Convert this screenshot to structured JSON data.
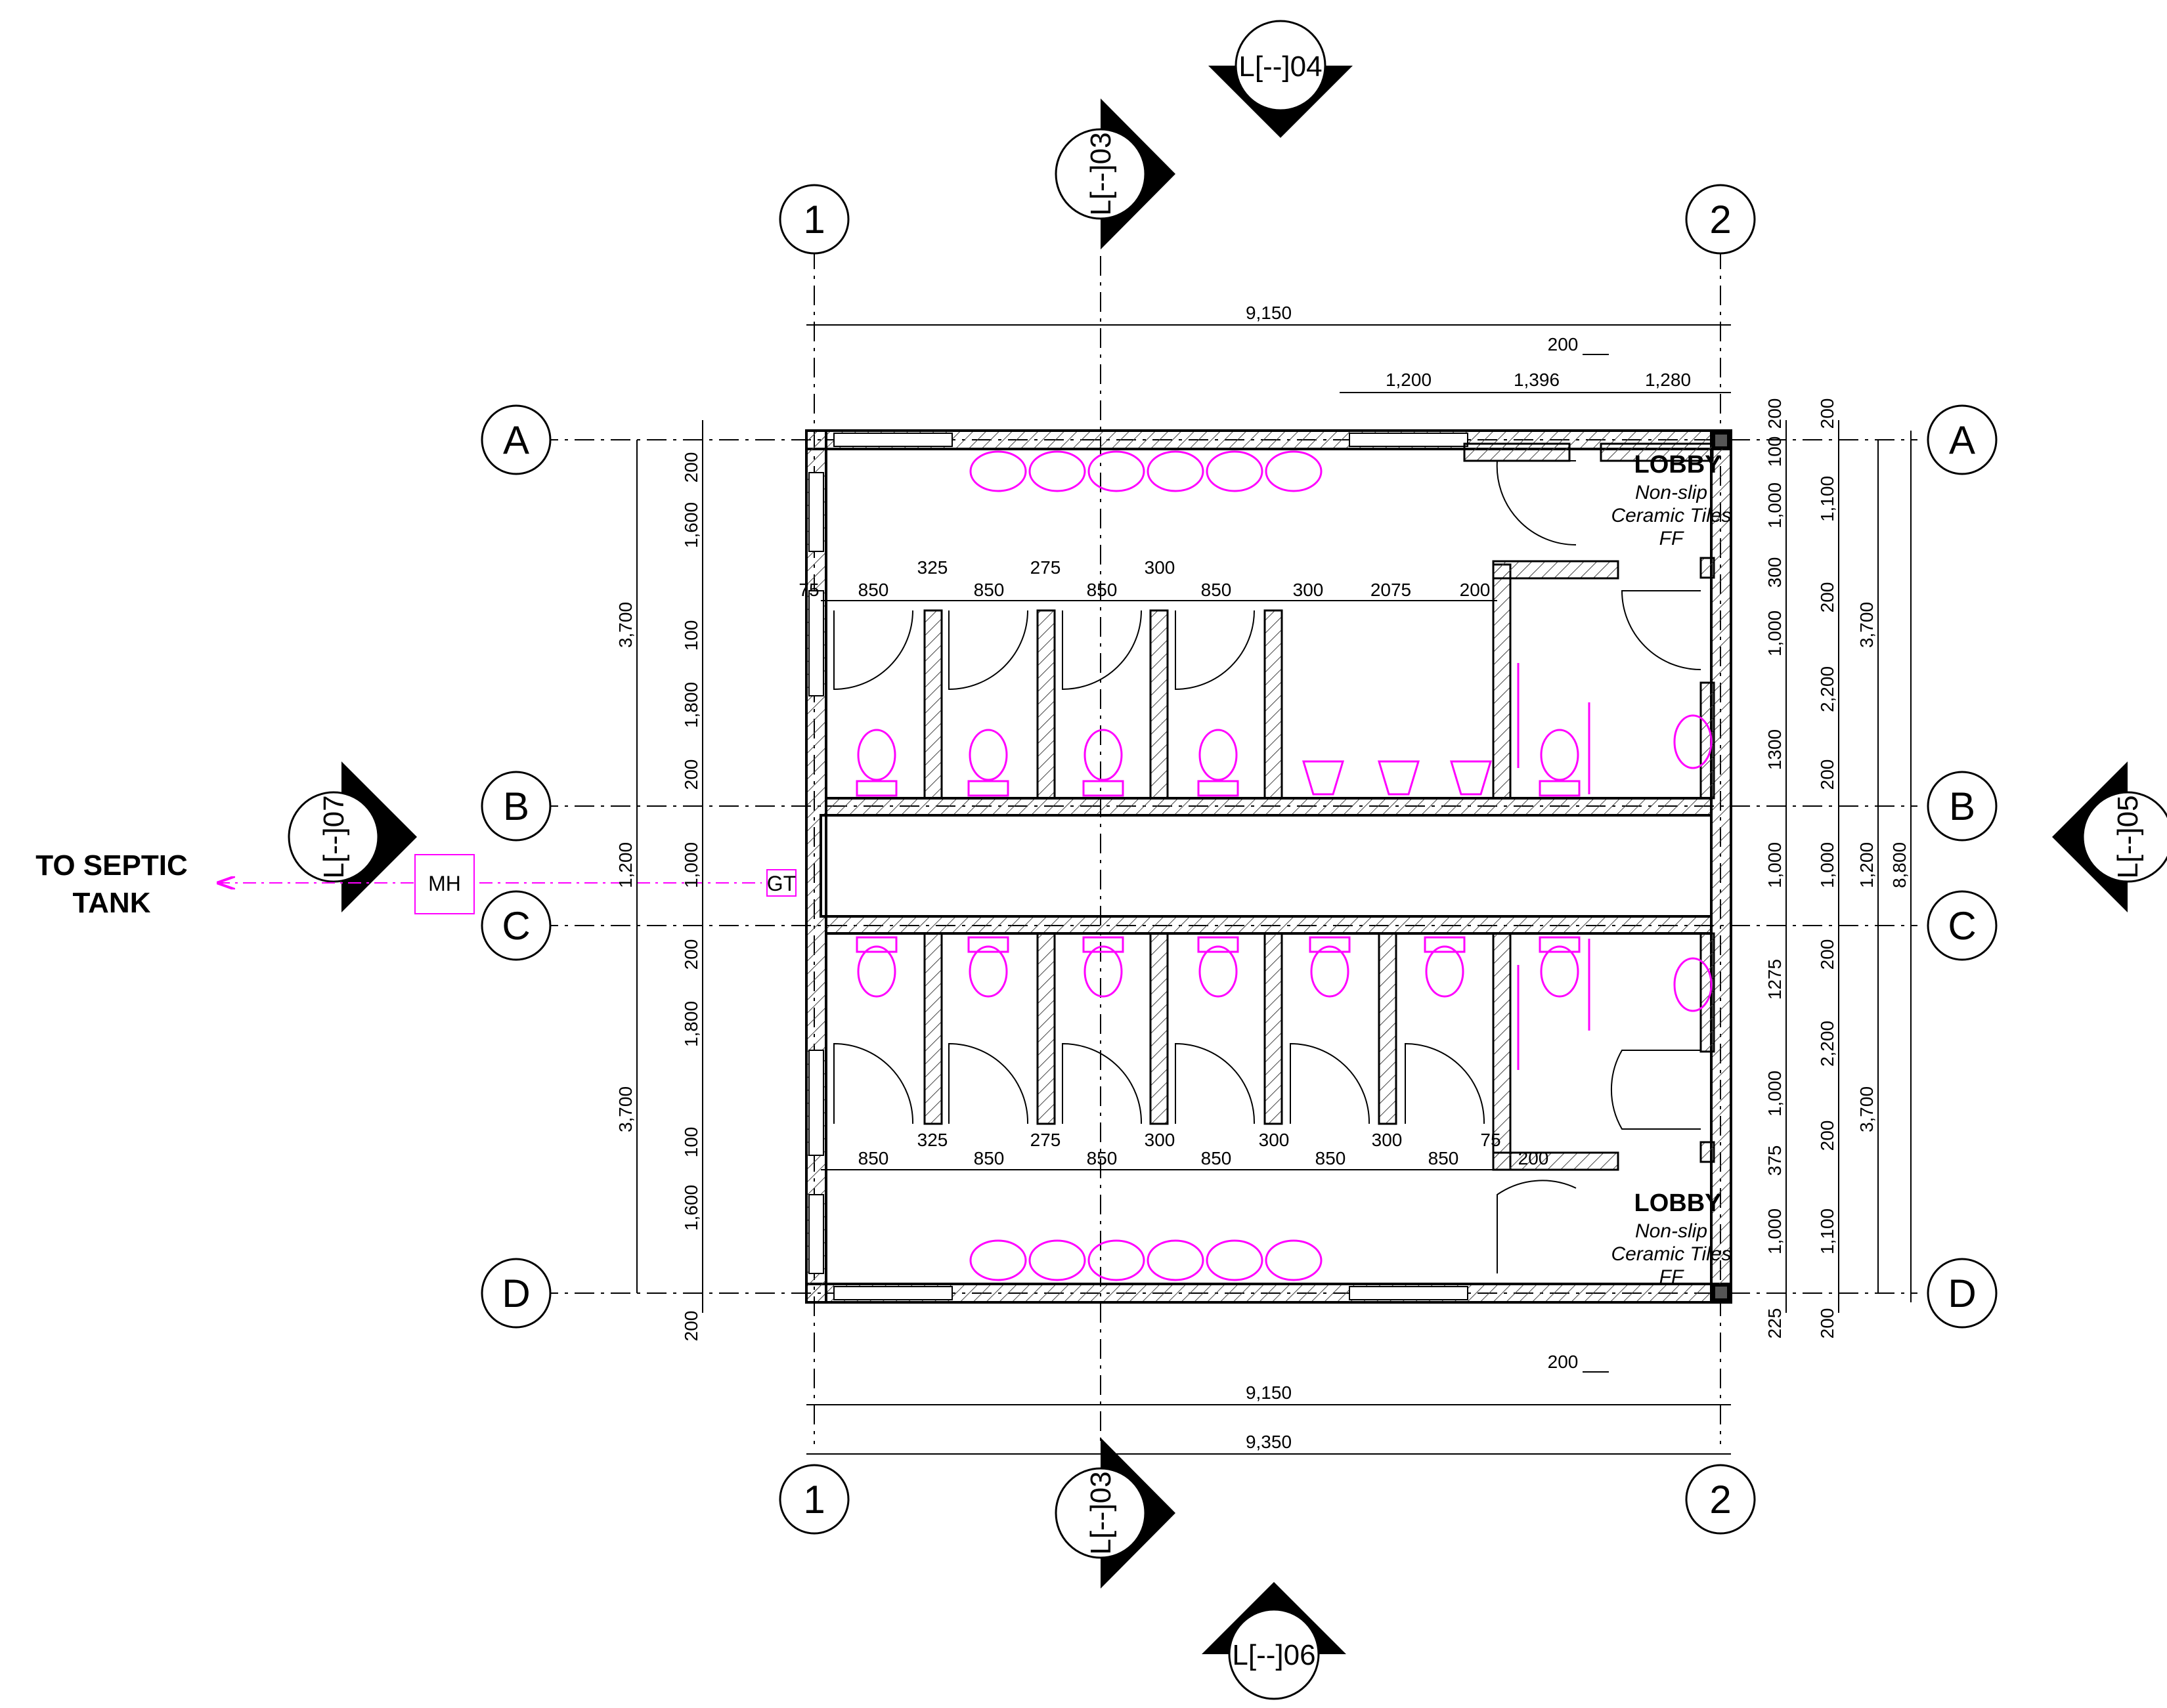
{
  "grids": {
    "vertical": [
      "1",
      "2"
    ],
    "horizontal": [
      "A",
      "B",
      "C",
      "D"
    ]
  },
  "callouts": {
    "top_center": "L[--]04",
    "section_top": "L[--]03",
    "section_bottom": "L[--]03",
    "bottom_center": "L[--]06",
    "left": "L[--]07",
    "right": "L[--]05"
  },
  "labels": {
    "lobby_title": "LOBBY",
    "lobby_line1": "Non-slip",
    "lobby_line2": "Ceramic Tiles",
    "lobby_line3": "FF",
    "septic_line1": "TO SEPTIC",
    "septic_line2": "TANK",
    "manhole": "MH",
    "grease_trap": "GT"
  },
  "dimensions": {
    "overall_top": "9,150",
    "overall_bottom_inner": "9,150",
    "overall_bottom_outer": "9,350",
    "top_corner": "200",
    "bottom_corner": "200",
    "top_right_segments": [
      "1,200",
      "1,396",
      "1,280"
    ],
    "upper_cubicles": [
      "75",
      "850",
      "325",
      "850",
      "275",
      "850",
      "300",
      "850",
      "300",
      "2075",
      "200"
    ],
    "lower_cubicles": [
      "850",
      "325",
      "850",
      "275",
      "850",
      "300",
      "850",
      "300",
      "850",
      "300",
      "850",
      "75",
      "200"
    ],
    "left_inner": [
      "200",
      "1,600",
      "100",
      "1,800",
      "200",
      "1,000",
      "200",
      "1,800",
      "100",
      "1,600",
      "200"
    ],
    "left_outer": [
      "3,700",
      "1,200",
      "3,700"
    ],
    "right_inner": [
      "200",
      "100",
      "1,000",
      "300",
      "1,000",
      "1300",
      "1,000",
      "1275",
      "1,000",
      "375",
      "1,000",
      "225"
    ],
    "right_mid": [
      "200",
      "1,100",
      "200",
      "2,200",
      "200",
      "1,000",
      "200",
      "2,200",
      "200",
      "1,100",
      "200"
    ],
    "right_outer": [
      "3,700",
      "1,200",
      "3,700"
    ],
    "right_total": "8,800"
  },
  "colors": {
    "line": "#000000",
    "fixture": "#ff00ff",
    "hatch": "#444444",
    "wall": "#000000"
  }
}
